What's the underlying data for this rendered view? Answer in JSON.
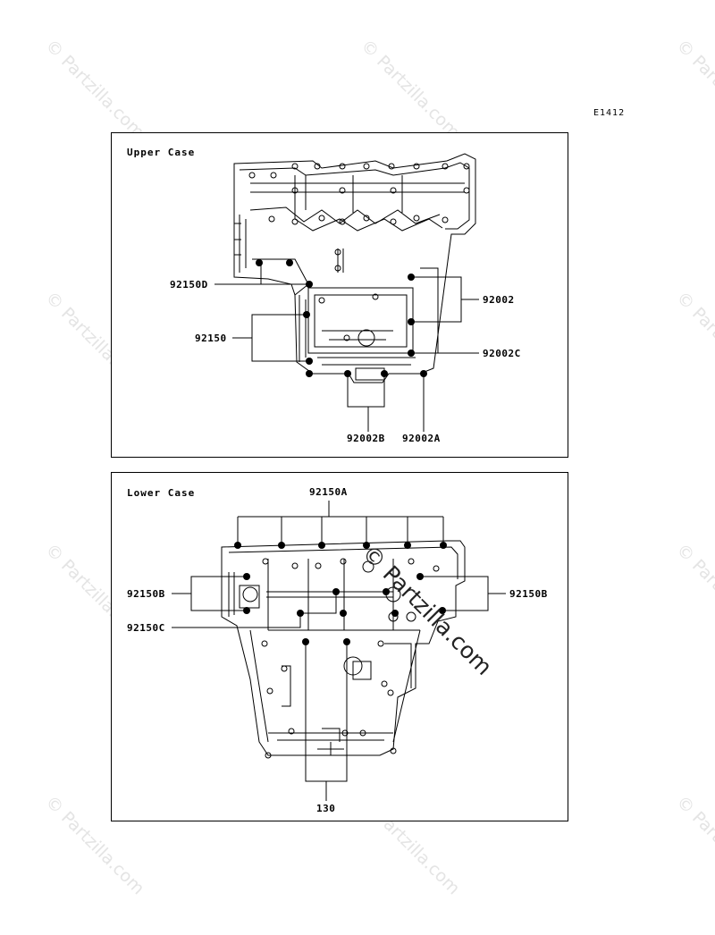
{
  "diagram_code": "E1412",
  "watermark_text": "© Partzilla.com",
  "upper_case": {
    "title": "Upper Case",
    "labels": {
      "bolt_92150D": "92150D",
      "bolt_92150": "92150",
      "bolt_92002": "92002",
      "bolt_92002C": "92002C",
      "bolt_92002B": "92002B",
      "bolt_92002A": "92002A"
    }
  },
  "lower_case": {
    "title": "Lower Case",
    "labels": {
      "bolt_92150A": "92150A",
      "bolt_92150B_left": "92150B",
      "bolt_92150B_right": "92150B",
      "bolt_92150C": "92150C",
      "bolt_130": "130"
    }
  }
}
